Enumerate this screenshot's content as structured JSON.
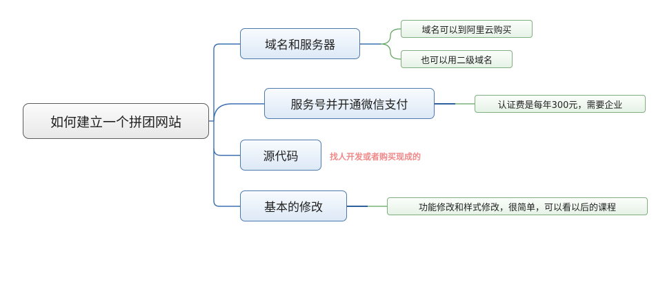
{
  "root": {
    "label": "如何建立一个拼团网站"
  },
  "branches": [
    {
      "label": "域名和服务器",
      "children": [
        "域名可以到阿里云购买",
        "也可以用二级域名"
      ]
    },
    {
      "label": "服务号并开通微信支付",
      "children": [
        "认证费是每年300元，需要企业"
      ]
    },
    {
      "label": "源代码",
      "note": "找人开发或者购买现成的"
    },
    {
      "label": "基本的修改",
      "children": [
        "功能修改和样式修改，很简单，可以看以后的课程"
      ]
    }
  ],
  "colors": {
    "branch_line": "#3a6fb0",
    "leaf_line": "#5aa35a",
    "note_text": "#f08a8a"
  }
}
